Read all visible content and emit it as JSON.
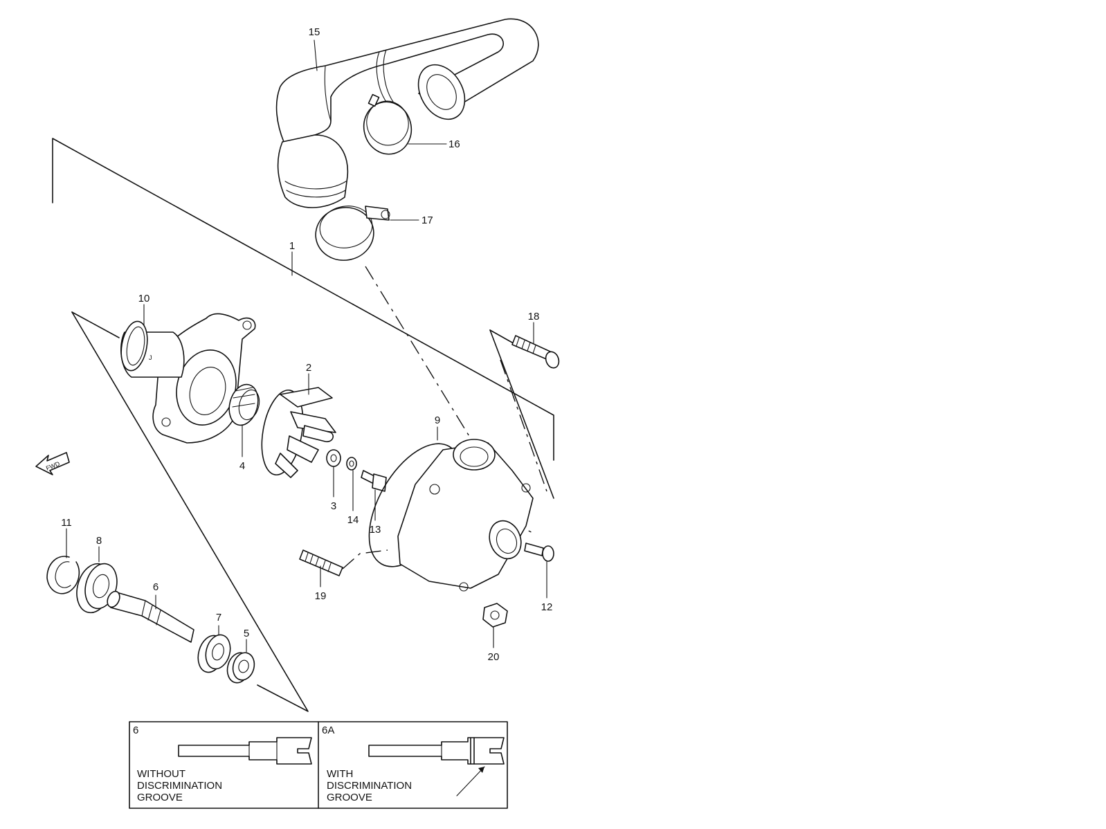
{
  "callouts": {
    "p1": "1",
    "p2": "2",
    "p3": "3",
    "p4": "4",
    "p5": "5",
    "p6": "6",
    "p7": "7",
    "p8": "8",
    "p9": "9",
    "p10": "10",
    "p11": "11",
    "p12": "12",
    "p13": "13",
    "p14": "14",
    "p15": "15",
    "p16": "16",
    "p17": "17",
    "p18": "18",
    "p19": "19",
    "p20": "20"
  },
  "fwd_label": "FWD",
  "inset": {
    "left": {
      "id": "6",
      "lines": [
        "WITHOUT",
        "DISCRIMINATION",
        "GROOVE"
      ]
    },
    "right": {
      "id": "6A",
      "lines": [
        "WITH",
        "DISCRIMINATION",
        "GROOVE"
      ]
    }
  },
  "colors": {
    "line": "#111111",
    "background": "#ffffff"
  }
}
